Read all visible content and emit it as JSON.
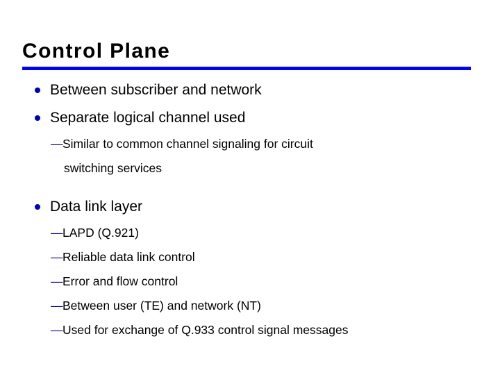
{
  "slide": {
    "title": "Control Plane",
    "rule_color": "#0000ff",
    "background_color": "#ffffff",
    "text_color": "#000000",
    "bullet_color": "#0000c0",
    "dash_color": "#000080",
    "bullet_glyph": "•",
    "dash_glyph": "—",
    "bullets": [
      {
        "level": 1,
        "text": "Between subscriber and network"
      },
      {
        "level": 1,
        "text": "Separate logical channel used",
        "children": [
          {
            "level": 2,
            "text": "Similar to common channel signaling for circuit",
            "continuation": "switching services"
          }
        ]
      },
      {
        "level": 1,
        "text": "Data link layer",
        "children": [
          {
            "level": 2,
            "text": "LAPD (Q.921)"
          },
          {
            "level": 2,
            "text": "Reliable data link control"
          },
          {
            "level": 2,
            "text": "Error and flow control"
          },
          {
            "level": 2,
            "text": "Between user (TE) and network (NT)"
          },
          {
            "level": 2,
            "text": "Used for exchange of Q.933 control signal messages"
          }
        ]
      }
    ]
  }
}
